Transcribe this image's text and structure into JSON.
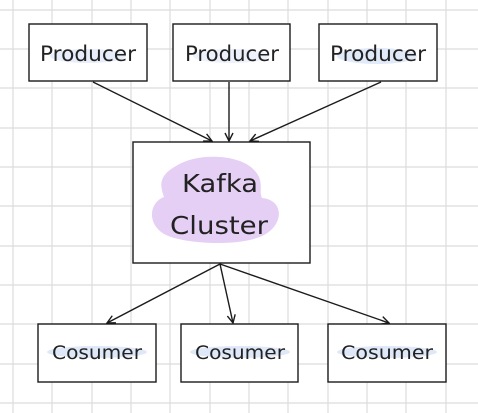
{
  "nodes": {
    "producers": [
      {
        "label": "Producer"
      },
      {
        "label": "Producer"
      },
      {
        "label": "Producer"
      }
    ],
    "cluster": {
      "line1": "Kafka",
      "line2": "Cluster"
    },
    "consumers": [
      {
        "label": "Cosumer"
      },
      {
        "label": "Cosumer"
      },
      {
        "label": "Cosumer"
      }
    ]
  },
  "colors": {
    "grid": "#dcdcdc",
    "stroke": "#1b1b1b",
    "cluster_highlight": "#dfc3f1",
    "label_highlight": "#c9d8f4"
  }
}
